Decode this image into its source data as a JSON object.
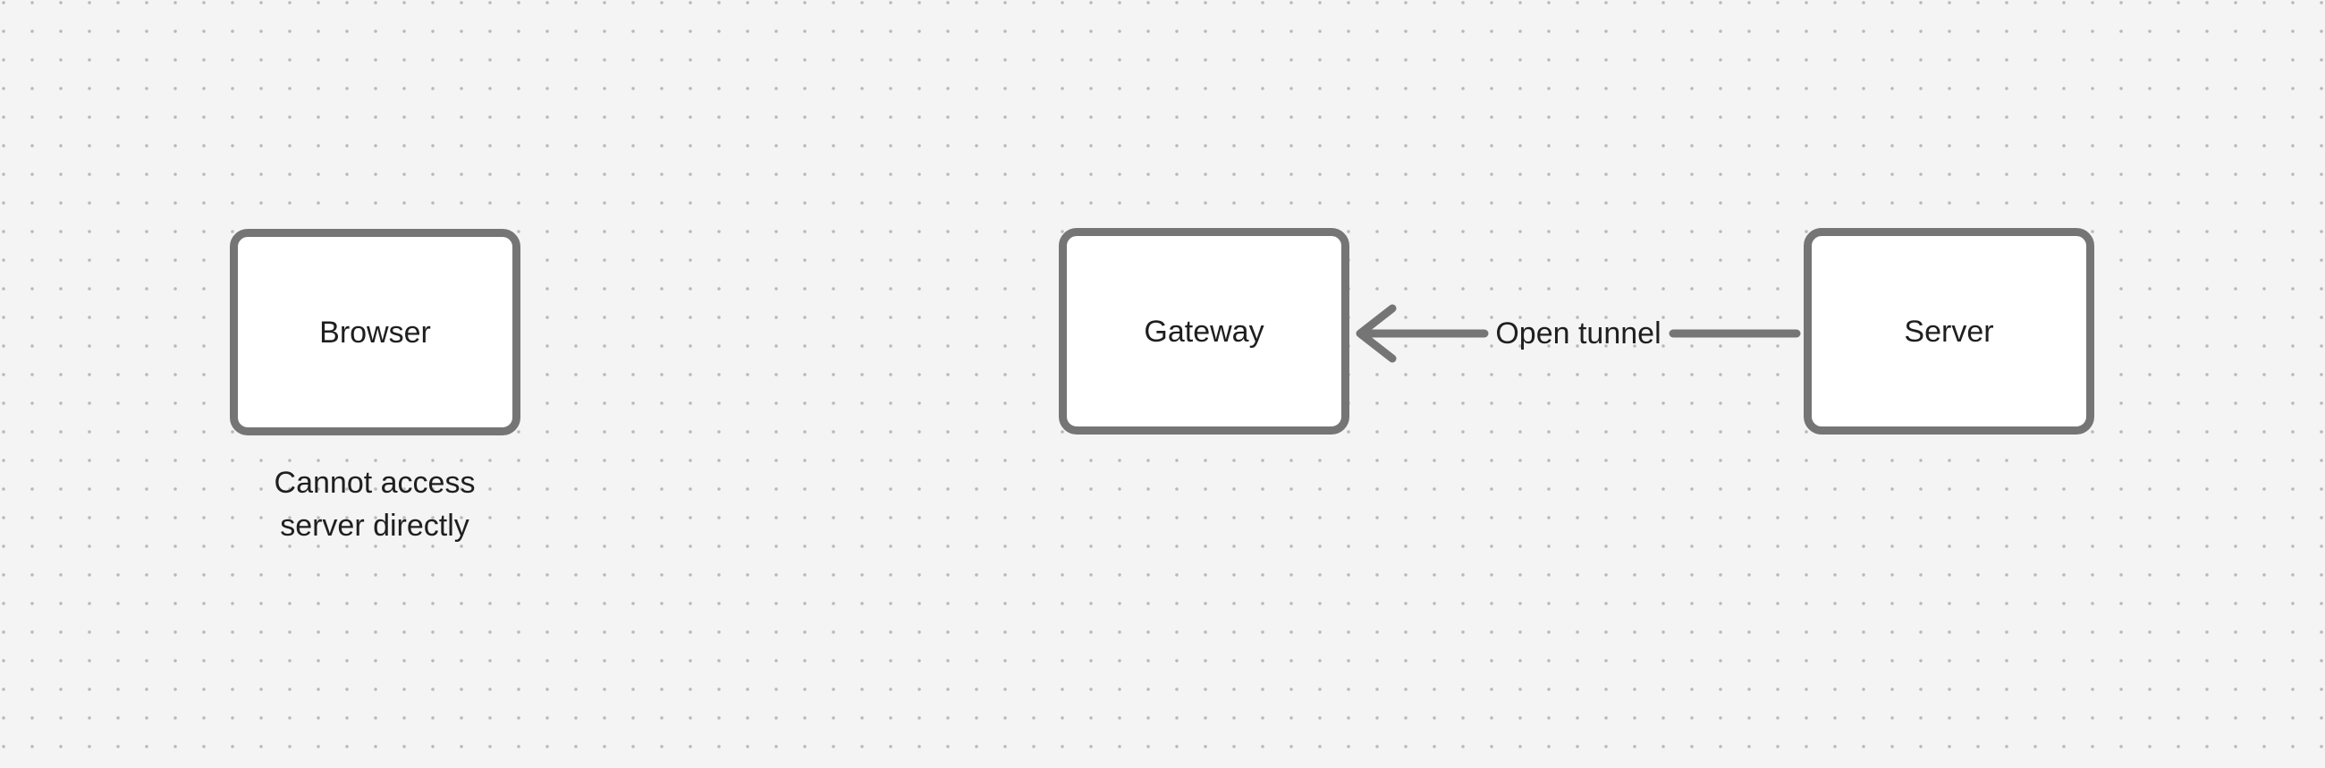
{
  "canvas": {
    "background_color": "#f4f4f4",
    "dot_color": "#b9b9b9"
  },
  "theme": {
    "node_border": "#757575",
    "node_fill": "#ffffff",
    "arrow_stroke": "#757575",
    "text": "#1f1f1f"
  },
  "diagram": {
    "nodes": [
      {
        "id": "browser",
        "label": "Browser"
      },
      {
        "id": "gateway",
        "label": "Gateway"
      },
      {
        "id": "server",
        "label": "Server"
      }
    ],
    "caption": {
      "lines": [
        "Cannot access",
        "server directly"
      ]
    },
    "edge": {
      "label": "Open tunnel",
      "from": "server",
      "to": "gateway",
      "direction": "right-to-left",
      "arrowhead": "open-chevron-left"
    }
  }
}
